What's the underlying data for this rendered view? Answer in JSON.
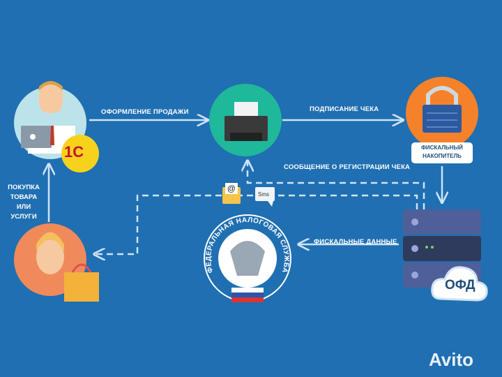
{
  "labels": {
    "sale": "ОФОРМЛЕНИЕ ПРОДАЖИ",
    "signing": "ПОДПИСАНИЕ ЧЕКА",
    "registration_message": "СООБЩЕНИЕ О РЕГИСТРАЦИИ ЧЕКА",
    "fiscal_data": "ФИСКАЛЬНЫЕ ДАННЫЕ",
    "purchase": "ПОКУПКА ТОВАРА ИЛИ УСЛУГИ"
  },
  "fiscal_storage": {
    "line1": "ФИСКАЛЬНЫЙ",
    "line2": "НАКОПИТЕЛЬ"
  },
  "ofd": "ОФД",
  "one_c": "1С",
  "sms": "Sms",
  "email_symbol": "@",
  "fns_emblem_text": "ФЕДЕРАЛЬНАЯ НАЛОГОВАЯ СЛУЖБА",
  "watermark": "Avito",
  "colors": {
    "background": "#1f6fb2",
    "printer_circle": "#1fb89a",
    "lock_circle": "#f5822a"
  }
}
